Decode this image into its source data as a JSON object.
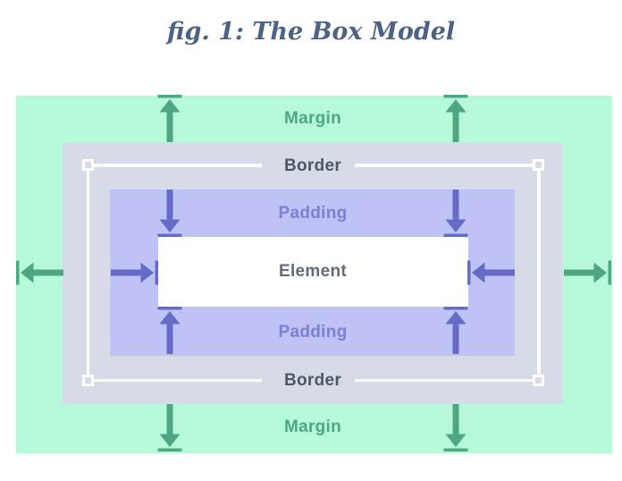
{
  "title": "fig. 1: The Box Model",
  "diagram": {
    "labels": {
      "margin_top": "Margin",
      "border_top": "Border",
      "padding_top": "Padding",
      "element": "Element",
      "padding_bottom": "Padding",
      "border_bottom": "Border",
      "margin_bottom": "Margin"
    },
    "colors": {
      "title_text": "#4d6384",
      "margin_bg": "#b5f9d9",
      "margin_text": "#4fa683",
      "margin_arrow": "#4fa683",
      "border_bg": "#d7dbe7",
      "border_text": "#4e5765",
      "padding_bg": "#bfc2f4",
      "padding_text": "#7b80d5",
      "padding_arrow": "#666bc7",
      "element_bg": "#ffffff",
      "element_text": "#636a7a",
      "outline": "#ffffff"
    }
  }
}
